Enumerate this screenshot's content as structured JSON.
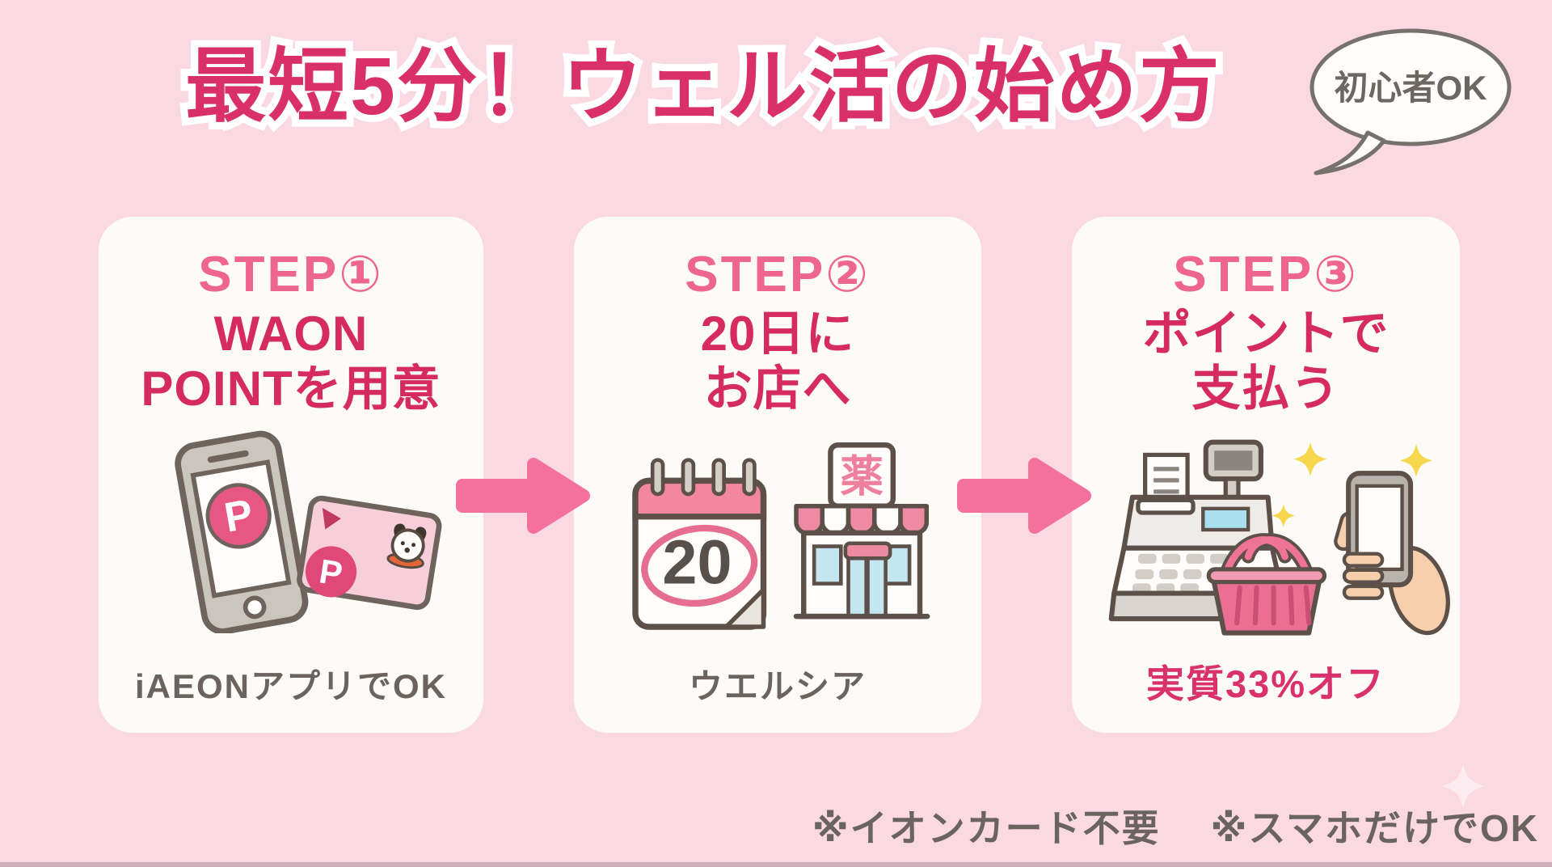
{
  "colors": {
    "background": "#fad9e3",
    "card": "#fdfbf8",
    "title_pink": "#d93069",
    "step_label_pink": "#ed6590",
    "heading_pink": "#d62a62",
    "caption_gray": "#6b6360",
    "caption_pink": "#d8316b",
    "arrow_pink": "#f4719e"
  },
  "header": {
    "title": "最短5分！ウェル活の始め方",
    "badge": "初心者OK"
  },
  "steps": [
    {
      "label": "STEP①",
      "heading": [
        "WAON",
        "POINTを用意"
      ],
      "caption": "iAEONアプリでOK",
      "icon": "smartphone-and-point-card-icon",
      "phone_badge": "P",
      "card_badge": "P"
    },
    {
      "label": "STEP②",
      "heading": [
        "20日に",
        "お店へ"
      ],
      "caption": "ウエルシア",
      "icon": "calendar-and-drugstore-icon",
      "calendar_day": "20",
      "store_sign": "薬"
    },
    {
      "label": "STEP③",
      "heading": [
        "ポイントで",
        "支払う"
      ],
      "caption": "実質33%オフ",
      "icon": "register-basket-smartphone-icon"
    }
  ],
  "footer": {
    "notes": [
      "※イオンカード不要",
      "※スマホだけでOK"
    ]
  }
}
